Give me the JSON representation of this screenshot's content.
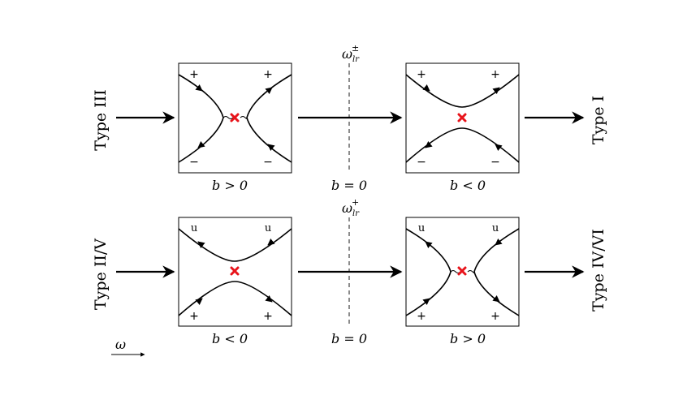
{
  "rows": [
    {
      "type_left": "Type III",
      "type_right": "Type I",
      "mid_label": "b = 0",
      "freq_symbol": "ω",
      "freq_sub": "lr",
      "freq_sup": "±",
      "panels": [
        {
          "label": "b > 0",
          "corner_top_left": "+",
          "corner_top_right": "+",
          "corner_bottom_left": "−",
          "corner_bottom_right": "−"
        },
        {
          "label": "b < 0",
          "corner_top_left": "+",
          "corner_top_right": "+",
          "corner_bottom_left": "−",
          "corner_bottom_right": "−"
        }
      ]
    },
    {
      "type_left": "Type II/V",
      "type_right": "Type IV/VI",
      "mid_label": "b = 0",
      "freq_symbol": "ω",
      "freq_sub": "lr",
      "freq_sup": "+",
      "panels": [
        {
          "label": "b < 0",
          "corner_top_left": "u",
          "corner_top_right": "u",
          "corner_bottom_left": "+",
          "corner_bottom_right": "+"
        },
        {
          "label": "b > 0",
          "corner_top_left": "u",
          "corner_top_right": "u",
          "corner_bottom_left": "+",
          "corner_bottom_right": "+"
        }
      ]
    }
  ],
  "axis_label": "ω",
  "colors": {
    "cross": "#e8141b",
    "line": "#000000"
  }
}
